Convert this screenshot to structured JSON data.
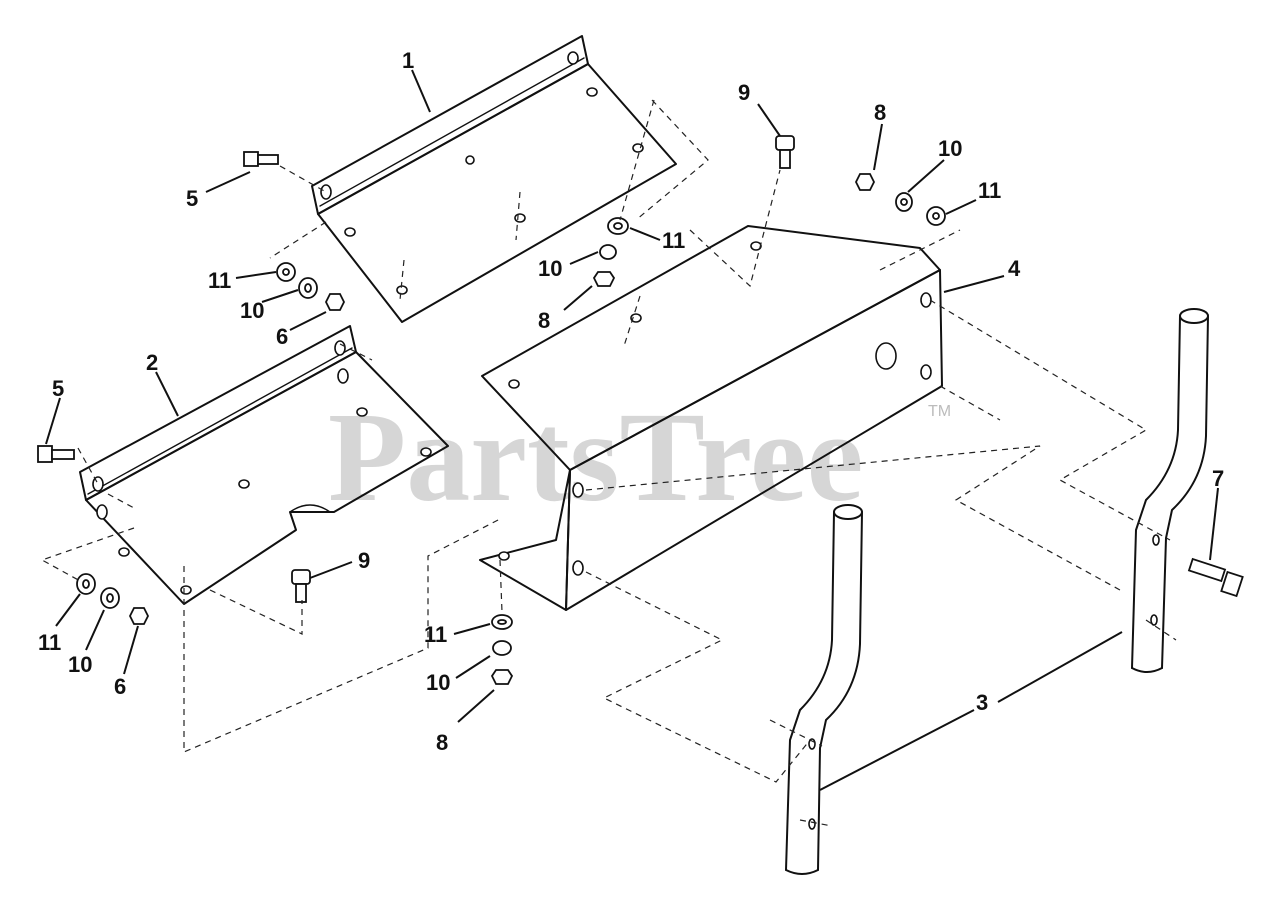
{
  "watermark": {
    "text": "PartsTree",
    "trademark": "TM"
  },
  "callouts": {
    "c1": "1",
    "c2": "2",
    "c3": "3",
    "c4": "4",
    "c5a": "5",
    "c5b": "5",
    "c6a": "6",
    "c6b": "6",
    "c7": "7",
    "c8a": "8",
    "c8b": "8",
    "c8c": "8",
    "c9a": "9",
    "c9b": "9",
    "c10a": "10",
    "c10b": "10",
    "c10c": "10",
    "c10d": "10",
    "c10e": "10",
    "c11a": "11",
    "c11b": "11",
    "c11c": "11",
    "c11d": "11",
    "c11e": "11"
  }
}
